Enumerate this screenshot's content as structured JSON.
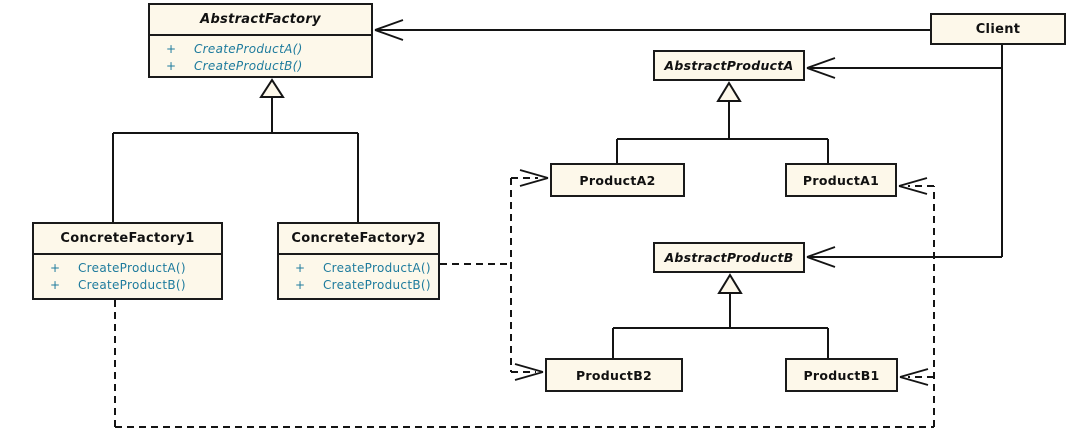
{
  "colors": {
    "background": "#ffffff",
    "box_fill": "#fdf8ea",
    "box_border": "#1a1a1a",
    "line": "#141414",
    "title_text": "#111111",
    "method_text": "#1e7b9d"
  },
  "classes": {
    "abstract_factory": {
      "name": "AbstractFactory",
      "abstract": true,
      "methods": [
        {
          "visibility": "+",
          "signature": "CreateProductA()"
        },
        {
          "visibility": "+",
          "signature": "CreateProductB()"
        }
      ]
    },
    "concrete_factory_1": {
      "name": "ConcreteFactory1",
      "abstract": false,
      "methods": [
        {
          "visibility": "+",
          "signature": "CreateProductA()"
        },
        {
          "visibility": "+",
          "signature": "CreateProductB()"
        }
      ]
    },
    "concrete_factory_2": {
      "name": "ConcreteFactory2",
      "abstract": false,
      "methods": [
        {
          "visibility": "+",
          "signature": "CreateProductA()"
        },
        {
          "visibility": "+",
          "signature": "CreateProductB()"
        }
      ]
    },
    "client": {
      "name": "Client",
      "abstract": false
    },
    "abstract_product_a": {
      "name": "AbstractProductA",
      "abstract": true
    },
    "product_a2": {
      "name": "ProductA2",
      "abstract": false
    },
    "product_a1": {
      "name": "ProductA1",
      "abstract": false
    },
    "abstract_product_b": {
      "name": "AbstractProductB",
      "abstract": true
    },
    "product_b2": {
      "name": "ProductB2",
      "abstract": false
    },
    "product_b1": {
      "name": "ProductB1",
      "abstract": false
    }
  },
  "relationships": [
    {
      "type": "generalization",
      "from": "ConcreteFactory1",
      "to": "AbstractFactory"
    },
    {
      "type": "generalization",
      "from": "ConcreteFactory2",
      "to": "AbstractFactory"
    },
    {
      "type": "generalization",
      "from": "ProductA2",
      "to": "AbstractProductA"
    },
    {
      "type": "generalization",
      "from": "ProductA1",
      "to": "AbstractProductA"
    },
    {
      "type": "generalization",
      "from": "ProductB2",
      "to": "AbstractProductB"
    },
    {
      "type": "generalization",
      "from": "ProductB1",
      "to": "AbstractProductB"
    },
    {
      "type": "association",
      "from": "Client",
      "to": "AbstractFactory"
    },
    {
      "type": "association",
      "from": "Client",
      "to": "AbstractProductA"
    },
    {
      "type": "association",
      "from": "Client",
      "to": "AbstractProductB"
    },
    {
      "type": "dependency",
      "from": "ConcreteFactory2",
      "to": "ProductA2"
    },
    {
      "type": "dependency",
      "from": "ConcreteFactory2",
      "to": "ProductB2"
    },
    {
      "type": "dependency",
      "from": "ConcreteFactory1",
      "to": "ProductA1"
    },
    {
      "type": "dependency",
      "from": "ConcreteFactory1",
      "to": "ProductB1"
    }
  ]
}
